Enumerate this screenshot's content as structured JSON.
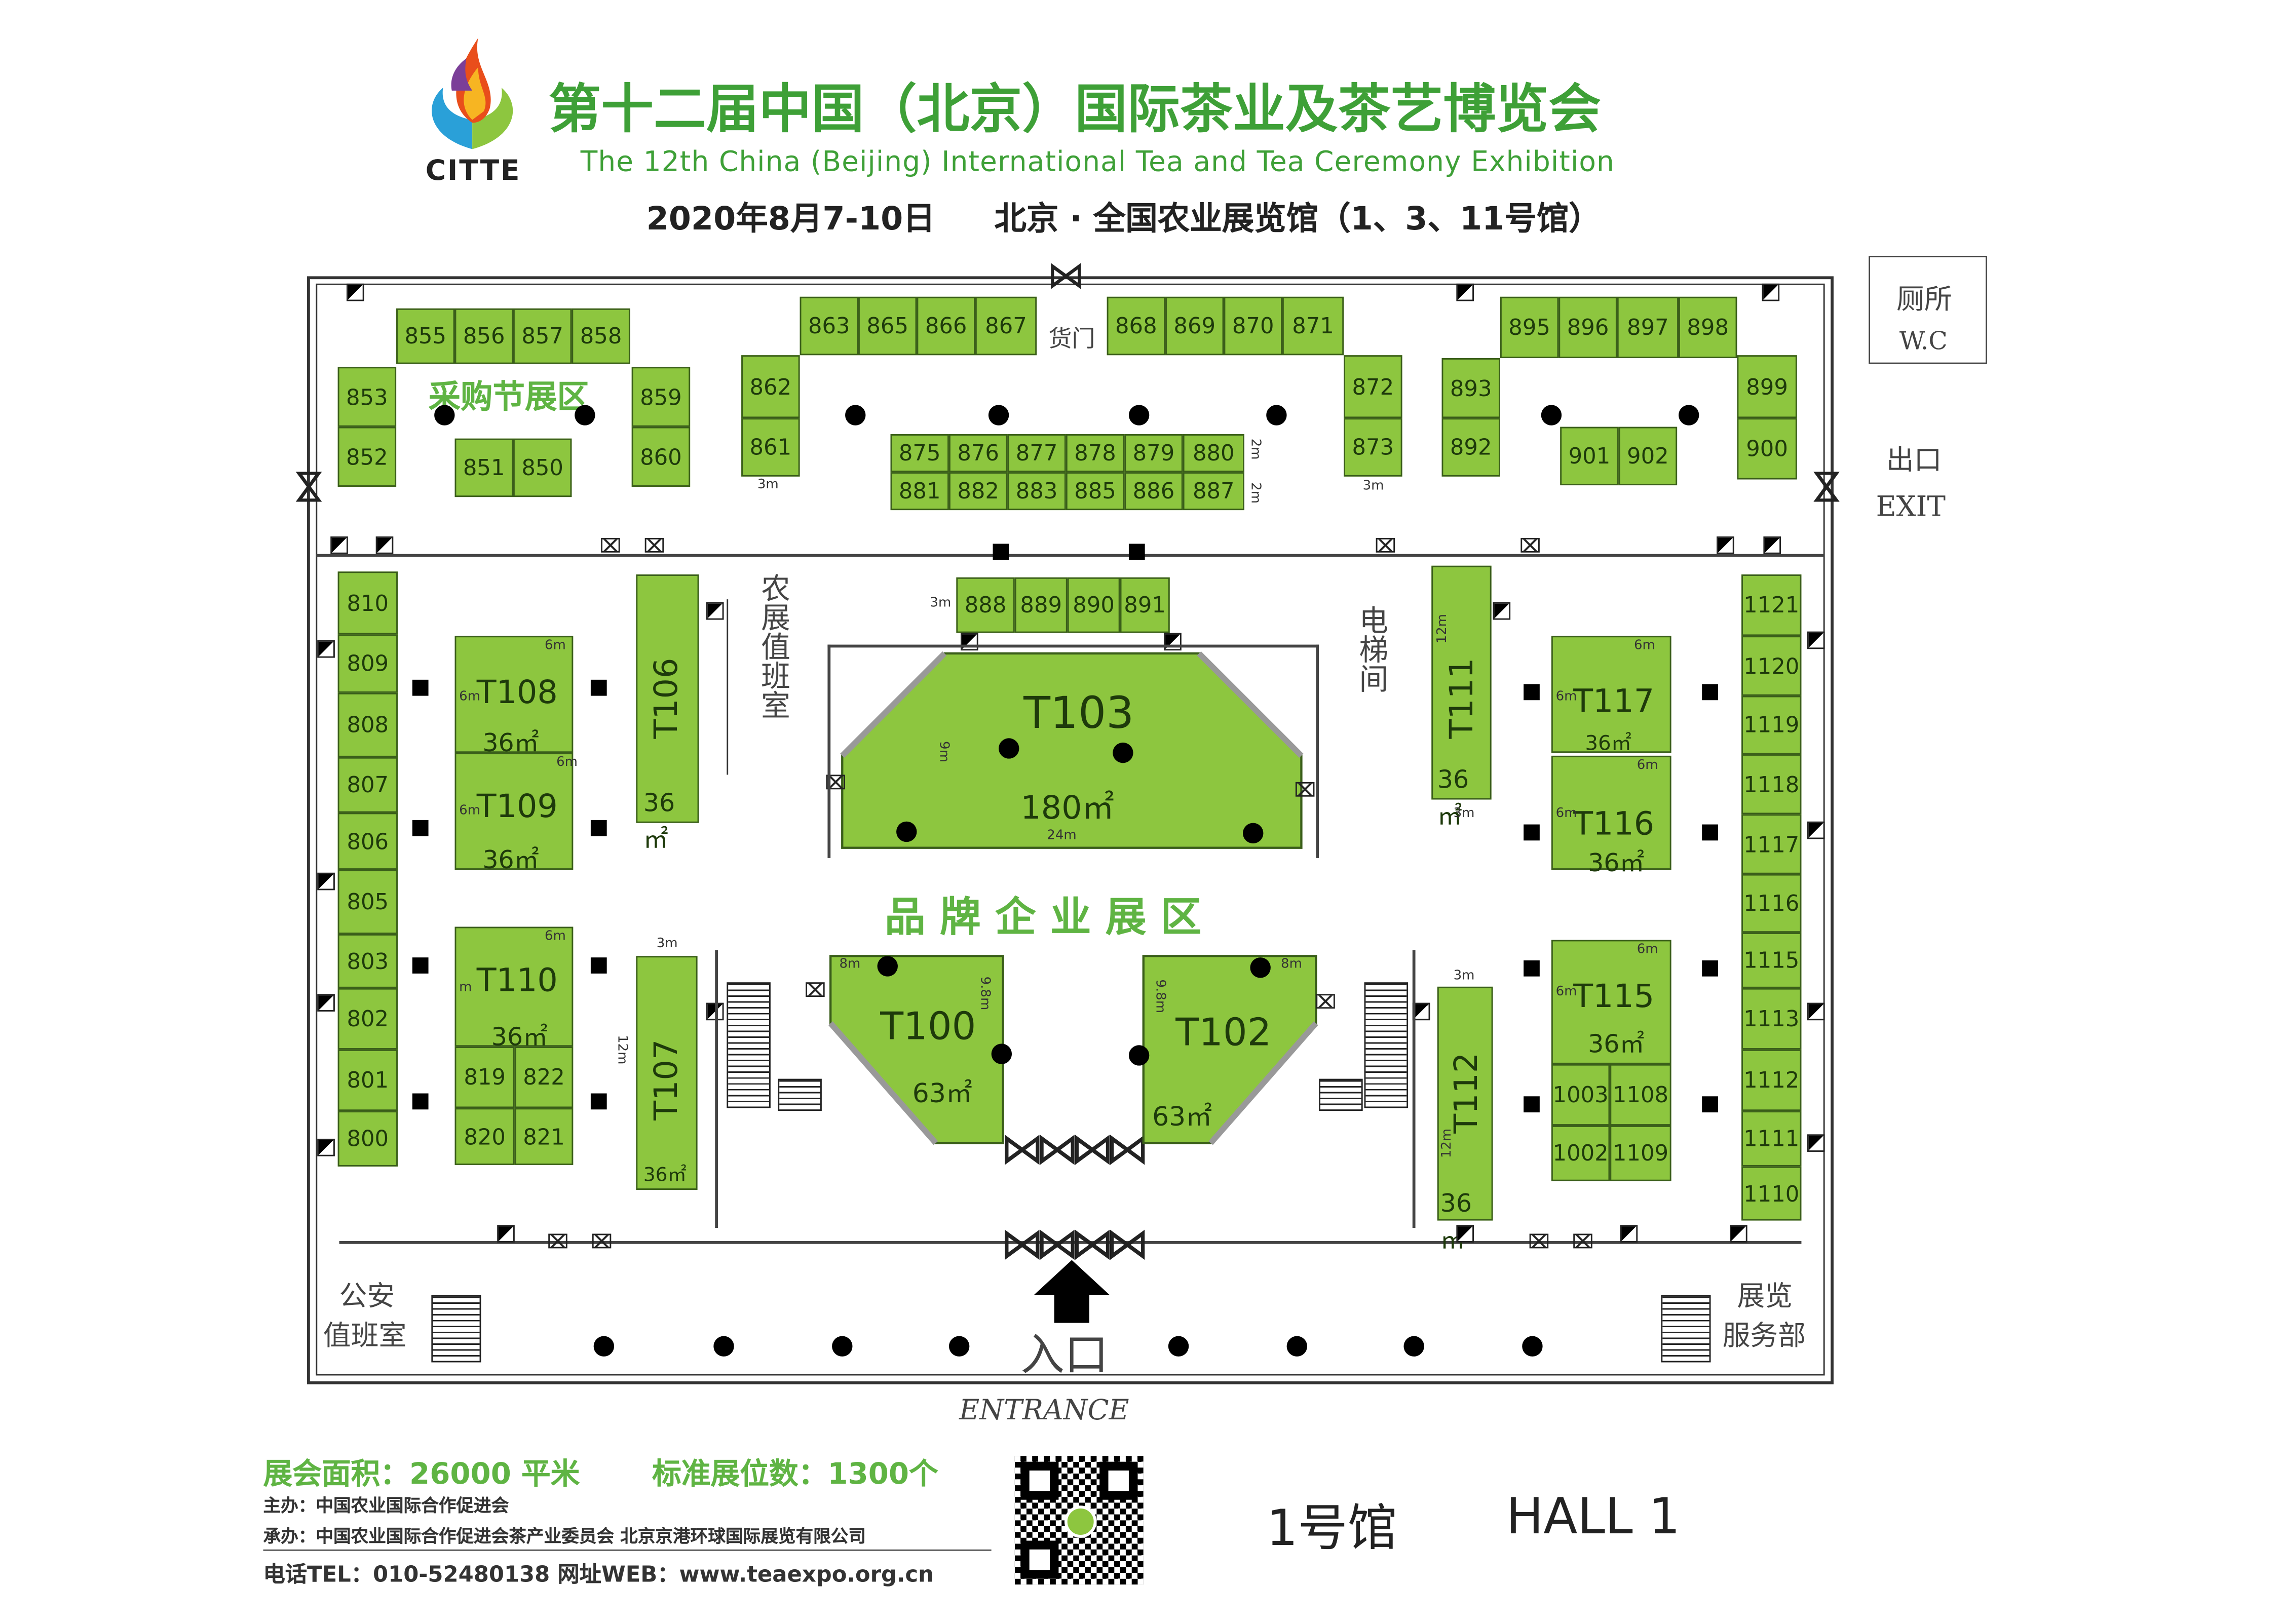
{
  "header": {
    "logo_text": "CITTE",
    "title_cn": "第十二届中国（北京）国际茶业及茶艺博览会",
    "title_en": "The 12th China (Beijing) International Tea and Tea Ceremony Exhibition",
    "date": "2020年8月7-10日",
    "venue": "北京 · 全国农业展览馆（1、3、11号馆）"
  },
  "zones": {
    "purchase": "采购节展区",
    "brand": "品 牌 企 业 展 区"
  },
  "rooms": {
    "wc_cn": "厕所",
    "wc_en": "W.C",
    "cargo": "货门",
    "exit_cn": "出口",
    "exit_en": "EXIT",
    "duty": "农展值班室",
    "elevator": "电梯间",
    "police_1": "公安",
    "police_2": "值班室",
    "service_1": "展览",
    "service_2": "服务部",
    "entrance_cn": "入口",
    "entrance_en": "ENTRANCE"
  },
  "booths": {
    "b855": "855",
    "b856": "856",
    "b857": "857",
    "b858": "858",
    "b853": "853",
    "b852": "852",
    "b859": "859",
    "b860": "860",
    "b851": "851",
    "b850": "850",
    "b863": "863",
    "b865": "865",
    "b866": "866",
    "b867": "867",
    "b868": "868",
    "b869": "869",
    "b870": "870",
    "b871": "871",
    "b862": "862",
    "b861": "861",
    "b872": "872",
    "b873": "873",
    "b875": "875",
    "b876": "876",
    "b877": "877",
    "b878": "878",
    "b879": "879",
    "b880": "880",
    "b881": "881",
    "b882": "882",
    "b883": "883",
    "b885": "885",
    "b886": "886",
    "b887": "887",
    "b895": "895",
    "b896": "896",
    "b897": "897",
    "b898": "898",
    "b893": "893",
    "b892": "892",
    "b899": "899",
    "b900": "900",
    "b901": "901",
    "b902": "902",
    "b888": "888",
    "b889": "889",
    "b890": "890",
    "b891": "891",
    "b810": "810",
    "b809": "809",
    "b808": "808",
    "b807": "807",
    "b806": "806",
    "b805": "805",
    "b803": "803",
    "b802": "802",
    "b801": "801",
    "b800": "800",
    "b819": "819",
    "b822": "822",
    "b820": "820",
    "b821": "821",
    "b1003": "1003",
    "b1108": "1108",
    "b1002": "1002",
    "b1109": "1109",
    "b1121": "1121",
    "b1120": "1120",
    "b1119": "1119",
    "b1118": "1118",
    "b1117": "1117",
    "b1116": "1116",
    "b1115": "1115",
    "b1113": "1113",
    "b1112": "1112",
    "b1111": "1111",
    "b1110": "1110"
  },
  "halls": {
    "T108": {
      "name": "T108",
      "area": "36㎡"
    },
    "T109": {
      "name": "T109",
      "area": "36㎡"
    },
    "T110": {
      "name": "T110",
      "area": "36㎡"
    },
    "T106": {
      "name": "T106",
      "area": "36㎡"
    },
    "T107": {
      "name": "T107",
      "area": "36㎡"
    },
    "T103": {
      "name": "T103",
      "area": "180㎡"
    },
    "T100": {
      "name": "T100",
      "area": "63㎡"
    },
    "T102": {
      "name": "T102",
      "area": "63㎡"
    },
    "T111": {
      "name": "T111",
      "area": "36㎡"
    },
    "T112": {
      "name": "T112",
      "area": "36㎡"
    },
    "T117": {
      "name": "T117",
      "area": "36㎡"
    },
    "T116": {
      "name": "T116",
      "area": "36㎡"
    },
    "T115": {
      "name": "T115",
      "area": "36㎡"
    }
  },
  "dims": {
    "m2": "2m",
    "m3": "3m",
    "m6": "6m",
    "m8": "8m",
    "m9": "9m",
    "m98": "9.8m",
    "m12": "12m",
    "m24": "24m",
    "m": "m"
  },
  "footer": {
    "area": "展会面积：26000 平米",
    "booths": "标准展位数：1300个",
    "host": "主办：中国农业国际合作促进会",
    "organizer": "承办：中国农业国际合作促进会茶产业委员会   北京京港环球国际展览有限公司",
    "contact": "电话TEL：010-52480138   网址WEB：www.teaexpo.org.cn",
    "hall_cn": "1号馆",
    "hall_en": "HALL 1"
  },
  "colors": {
    "booth": "#8dc63f",
    "title_green": "#3ea037",
    "zone_text": "#5fb443"
  }
}
